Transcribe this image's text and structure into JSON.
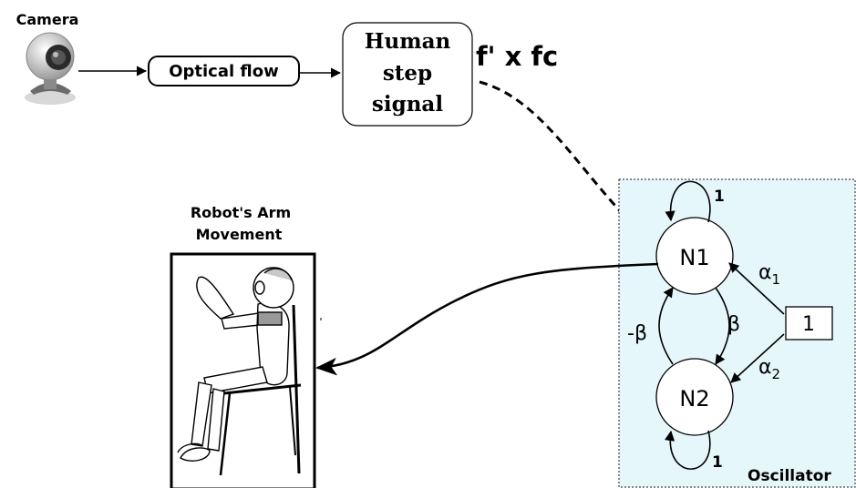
{
  "camera": {
    "label": "Camera",
    "icon": "webcam-icon"
  },
  "optical_flow": {
    "label": "Optical flow"
  },
  "human_step": {
    "line1": "Human",
    "line2": "step",
    "line3": "signal"
  },
  "feedback": {
    "label": "f' x fc"
  },
  "robot": {
    "title_line1": "Robot's Arm",
    "title_line2": "Movement",
    "icon": "seated-robot-figure"
  },
  "oscillator": {
    "label": "Oscillator",
    "n1": "N1",
    "n2": "N2",
    "bias": "1",
    "self_n1": "1",
    "self_n2": "1",
    "beta": "β",
    "neg_beta": "-β",
    "alpha1": "α",
    "alpha1_sub": "1",
    "alpha2": "α",
    "alpha2_sub": "2",
    "bg_color": "#e6f7fb"
  }
}
